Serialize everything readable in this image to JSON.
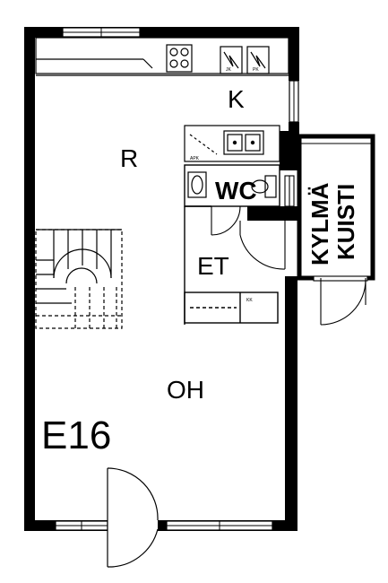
{
  "plan": {
    "title": "E16",
    "rooms": {
      "kitchen": "K",
      "living_room": "R",
      "wc": "WC",
      "entrance": "ET",
      "hall": "OH",
      "porch_line1": "KYLMÄ",
      "porch_line2": "KUISTI"
    },
    "appliances": {
      "fridge": "JK",
      "freezer": "PK",
      "dishwasher": "APK",
      "washer": "KK"
    },
    "colors": {
      "wall": "#000000",
      "line": "#000000",
      "background": "#ffffff"
    }
  }
}
